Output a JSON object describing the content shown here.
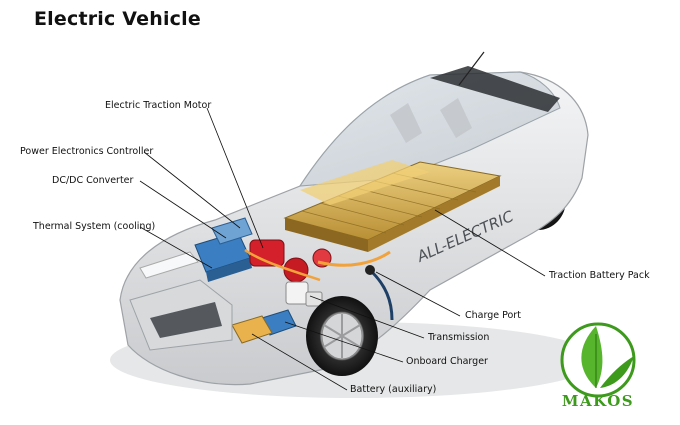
{
  "title": "Electric Vehicle",
  "labels": {
    "traction_motor": "Electric Traction Motor",
    "power_electronics": "Power Electronics Controller",
    "dcdc": "DC/DC Converter",
    "thermal": "Thermal System (cooling)",
    "battery_pack": "Traction Battery Pack",
    "charge_port": "Charge Port",
    "transmission": "Transmission",
    "onboard_charger": "Onboard Charger",
    "aux_battery": "Battery (auxiliary)"
  },
  "car_decal": "ALL-ELECTRIC",
  "logo": {
    "text": "MAKOS",
    "color": "#3d9a1c"
  },
  "colors": {
    "battery": "#d9b35a",
    "motor": "#d3202a",
    "converter": "#3b7fc2",
    "cable": "#f2a23a",
    "body": "#e9eaec"
  }
}
